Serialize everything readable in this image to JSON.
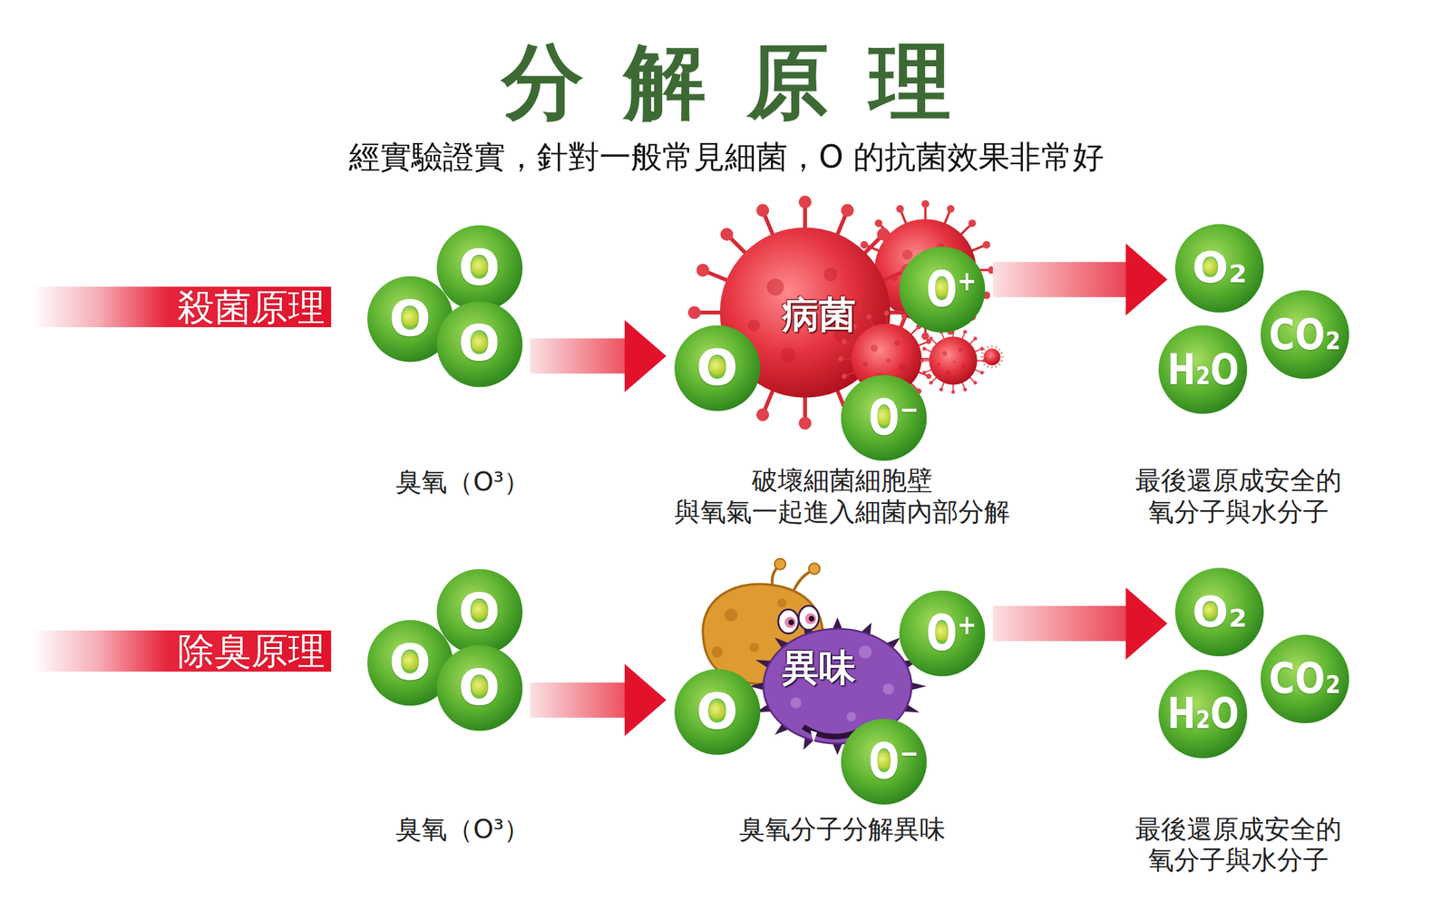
{
  "diagram": {
    "title": "分解原理",
    "nodes": [
      {
        "text": [
          "殺菌原理"
        ]
      },
      {
        "text": [
          "O"
        ]
      },
      {
        "text": [
          "O"
        ]
      },
      {
        "text": [
          "O"
        ]
      },
      {
        "text": [
          "病菌"
        ]
      },
      {
        "text": [
          "O⁺"
        ]
      },
      {
        "text": [
          "O"
        ]
      },
      {
        "text": [
          "O⁻"
        ]
      },
      {
        "text": [
          "O₂"
        ]
      },
      {
        "text": [
          "CO₂"
        ]
      },
      {
        "text": [
          "H₂O"
        ]
      },
      {
        "text": [
          "除臭原理"
        ]
      },
      {
        "text": [
          "O"
        ]
      },
      {
        "text": [
          "O"
        ]
      },
      {
        "text": [
          "O"
        ]
      },
      {
        "text": [
          "異味"
        ]
      },
      {
        "text": [
          "O⁺"
        ]
      },
      {
        "text": [
          "O"
        ]
      },
      {
        "text": [
          "O⁻"
        ]
      },
      {
        "text": [
          "O₂"
        ]
      },
      {
        "text": [
          "CO₂"
        ]
      },
      {
        "text": [
          "H₂O"
        ]
      }
    ],
    "edges": [
      {
        "from": 3,
        "to": 6,
        "arrow": "to"
      },
      {
        "from": 5,
        "to": 8,
        "arrow": "to"
      },
      {
        "from": 14,
        "to": 17,
        "arrow": "to"
      },
      {
        "from": 16,
        "to": 19,
        "arrow": "to"
      }
    ],
    "labels": [
      "經實驗證實，針對一般常見細菌，O 的抗菌效果非常好",
      "臭氧（O³）",
      "破壞細菌細胞壁 與氧氣一起進入細菌內部分解",
      "最後還原成安全的 氧分子與水分子",
      "臭氧（O³）",
      "臭氧分子分解異味",
      "最後還原成安全的 氧分子與水分子"
    ]
  }
}
